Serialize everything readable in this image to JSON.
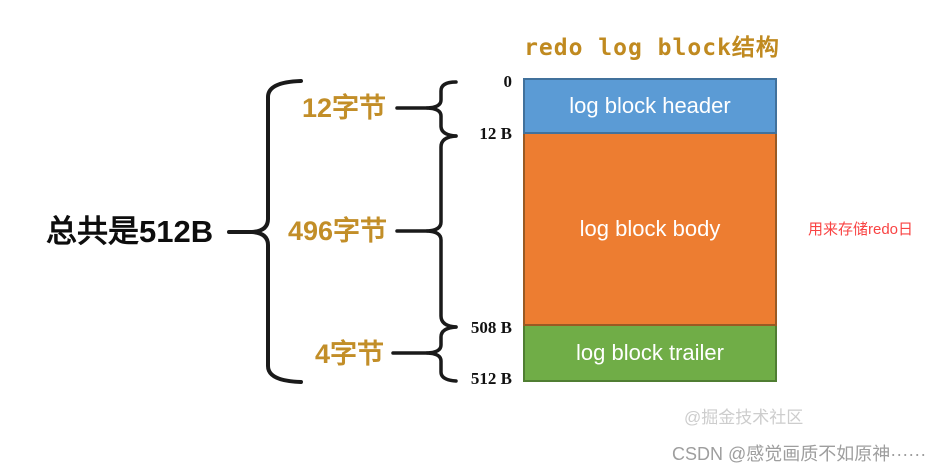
{
  "title": "redo log block结构",
  "total_label": "总共是512B",
  "annotation": "用来存储redo日",
  "watermarks": {
    "juejin": "@掘金技术社区",
    "csdn": "CSDN @感觉画质不如原神······"
  },
  "blocks": [
    {
      "name": "log block header",
      "size_label": "12字节",
      "start_offset": "0",
      "end_offset": "12 B",
      "fill": "#5b9bd5",
      "border": "#41719c"
    },
    {
      "name": "log block body",
      "size_label": "496字节",
      "start_offset": "12 B",
      "end_offset": "508 B",
      "fill": "#ed7d31",
      "border": "#995a24"
    },
    {
      "name": "log block trailer",
      "size_label": "4字节",
      "start_offset": "508 B",
      "end_offset": "512 B",
      "fill": "#70ad47",
      "border": "#507e32"
    }
  ],
  "offsets": [
    "0",
    "12 B",
    "508 B",
    "512 B"
  ],
  "colors": {
    "title_gold": "#c08a20",
    "label_gold": "#c28e28",
    "annotation_red": "#f94343",
    "brace_black": "#1a1a1a",
    "watermark_light": "#cdcdcd",
    "watermark_gray": "#9e9e9e",
    "background": "#ffffff"
  }
}
